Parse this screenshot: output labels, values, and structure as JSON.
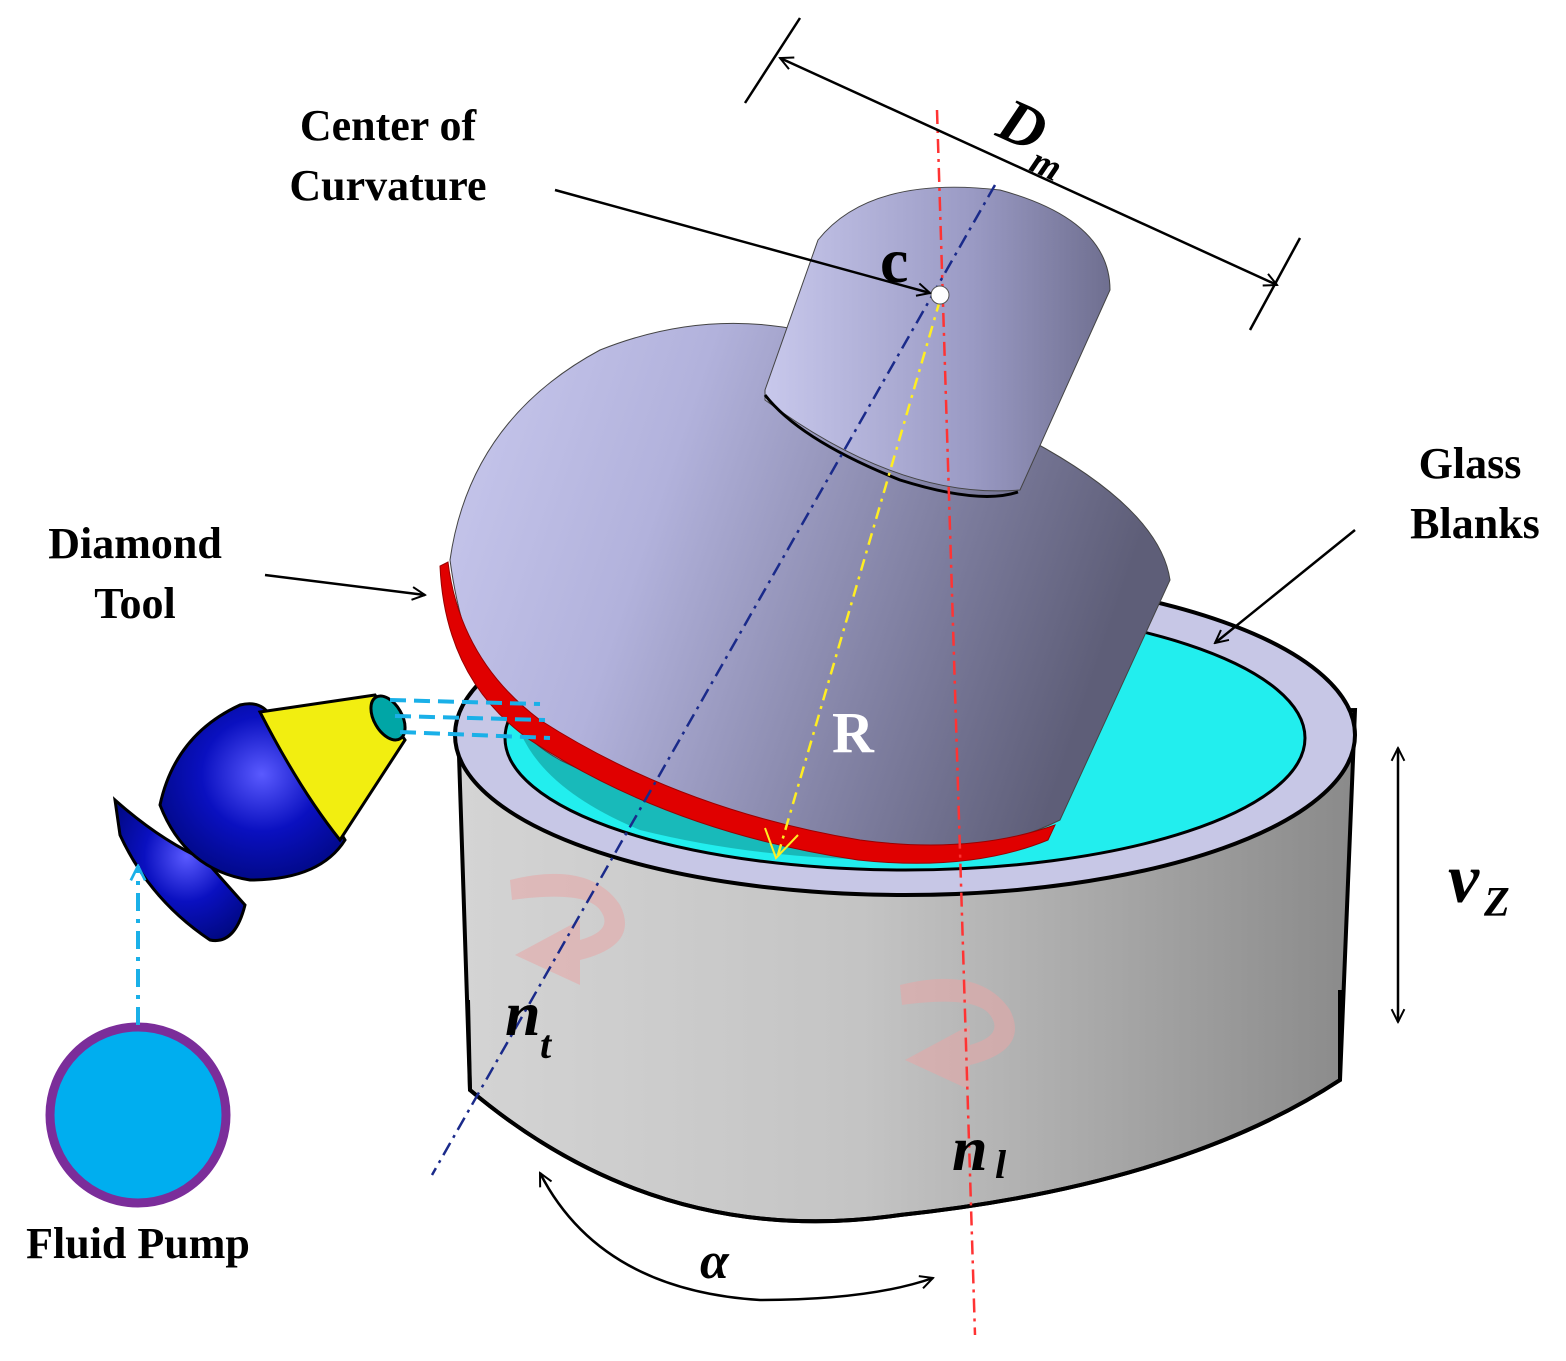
{
  "labels": {
    "center_line1": "Center of",
    "center_line2": "Curvature",
    "diamond_line1": "Diamond",
    "diamond_line2": "Tool",
    "glass_line1": "Glass",
    "glass_line2": "Blanks",
    "fluid_pump": "Fluid Pump"
  },
  "symbols": {
    "c": "c",
    "dm_main": "D",
    "dm_sub": "m",
    "radius": "R",
    "vz_main": "v",
    "vz_sub": "Z",
    "nt_main": "n",
    "nt_sub": "t",
    "nl_main": "n",
    "nl_sub": "l",
    "alpha": "α"
  },
  "colors": {
    "tool_body": "#b9b9e4",
    "tool_shadow": "#6a6a86",
    "diamond_edge": "#e00000",
    "glass": "#22eeee",
    "holder_rim": "#c7c7e6",
    "holder_wall": "#cfcfcf",
    "nozzle_blue": "#0a10c0",
    "nozzle_yellow": "#f2ee10",
    "pump": "#00aeef",
    "pump_ring": "#7b2d9a",
    "fluid_line": "#1ab0e8",
    "axis_red": "#ff3333",
    "axis_blue": "#1a2a8a",
    "radius_yellow": "#ffee22"
  }
}
